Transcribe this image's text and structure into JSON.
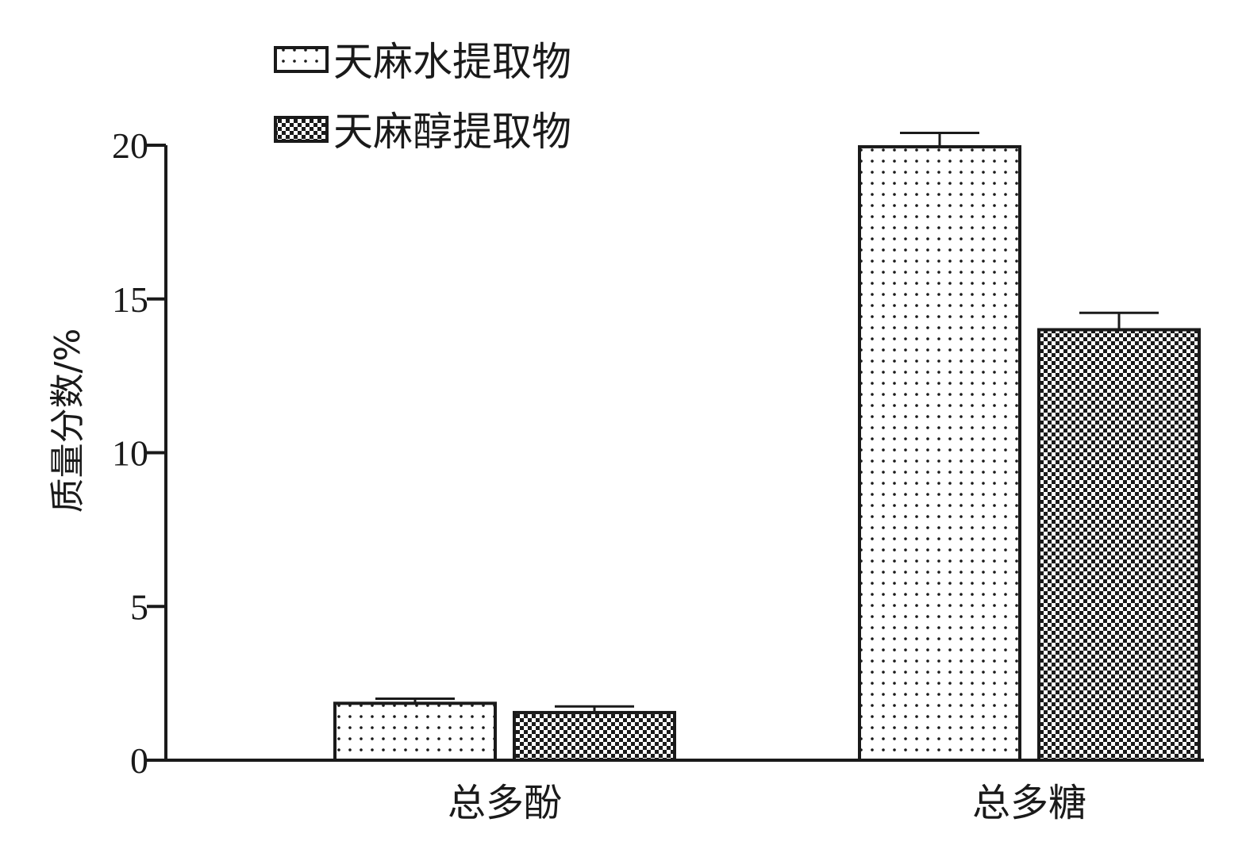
{
  "chart_data": {
    "type": "bar",
    "categories": [
      "总多酚",
      "总多糖"
    ],
    "series": [
      {
        "name": "天麻水提取物",
        "pattern": "dots",
        "values": [
          1.85,
          19.95
        ],
        "errors": [
          0.15,
          0.45
        ]
      },
      {
        "name": "天麻醇提取物",
        "pattern": "checker",
        "values": [
          1.55,
          14.0
        ],
        "errors": [
          0.2,
          0.55
        ]
      }
    ],
    "ylabel": "质量分数/%",
    "xlabel": "",
    "ylim": [
      0,
      20
    ],
    "yticks": [
      "0",
      "5",
      "10",
      "15",
      "20"
    ],
    "grid": false,
    "legend_position": "top-left",
    "colors": {
      "ink": "#1a1a1a",
      "background": "#ffffff"
    }
  }
}
